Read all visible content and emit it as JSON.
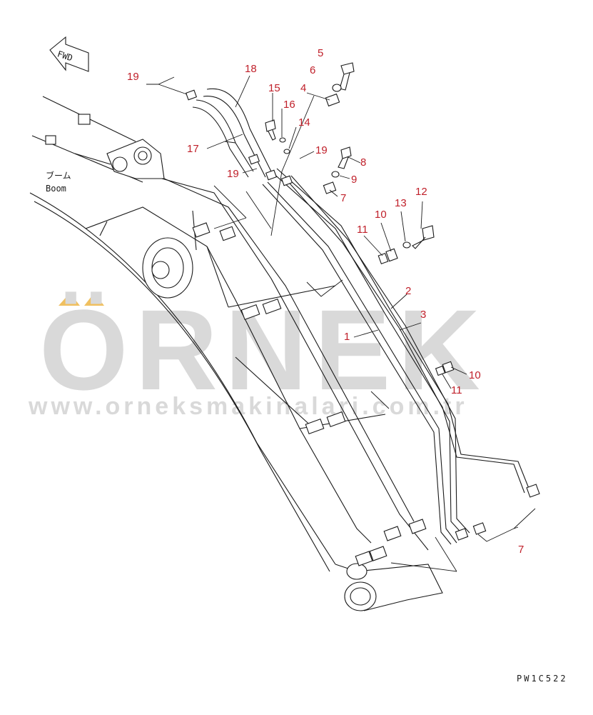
{
  "diagram": {
    "fwd_label": "FWD",
    "boom_label_jp": "ブーム",
    "boom_label_en": "Boom",
    "drawing_code": "PW1C522",
    "callouts": [
      {
        "id": "c5",
        "text": "5"
      },
      {
        "id": "c6",
        "text": "6"
      },
      {
        "id": "c4",
        "text": "4"
      },
      {
        "id": "c18",
        "text": "18"
      },
      {
        "id": "c15",
        "text": "15"
      },
      {
        "id": "c16",
        "text": "16"
      },
      {
        "id": "c14",
        "text": "14"
      },
      {
        "id": "c19a",
        "text": "19"
      },
      {
        "id": "c17",
        "text": "17"
      },
      {
        "id": "c19b",
        "text": "19"
      },
      {
        "id": "c19c",
        "text": "19"
      },
      {
        "id": "c8",
        "text": "8"
      },
      {
        "id": "c9",
        "text": "9"
      },
      {
        "id": "c7a",
        "text": "7"
      },
      {
        "id": "c12",
        "text": "12"
      },
      {
        "id": "c13",
        "text": "13"
      },
      {
        "id": "c10a",
        "text": "10"
      },
      {
        "id": "c11a",
        "text": "11"
      },
      {
        "id": "c2",
        "text": "2"
      },
      {
        "id": "c3",
        "text": "3"
      },
      {
        "id": "c1",
        "text": "1"
      },
      {
        "id": "c10b",
        "text": "10"
      },
      {
        "id": "c11b",
        "text": "11"
      },
      {
        "id": "c7b",
        "text": "7"
      }
    ],
    "colors": {
      "callout": "#c0202a",
      "ink": "#1a1a1a",
      "watermark": "#d9d9d9",
      "watermark_accent": "#f0c060"
    }
  },
  "watermark": {
    "brand": "ÖRNEK",
    "url": "www.orneksmakinalari.com.tr"
  }
}
